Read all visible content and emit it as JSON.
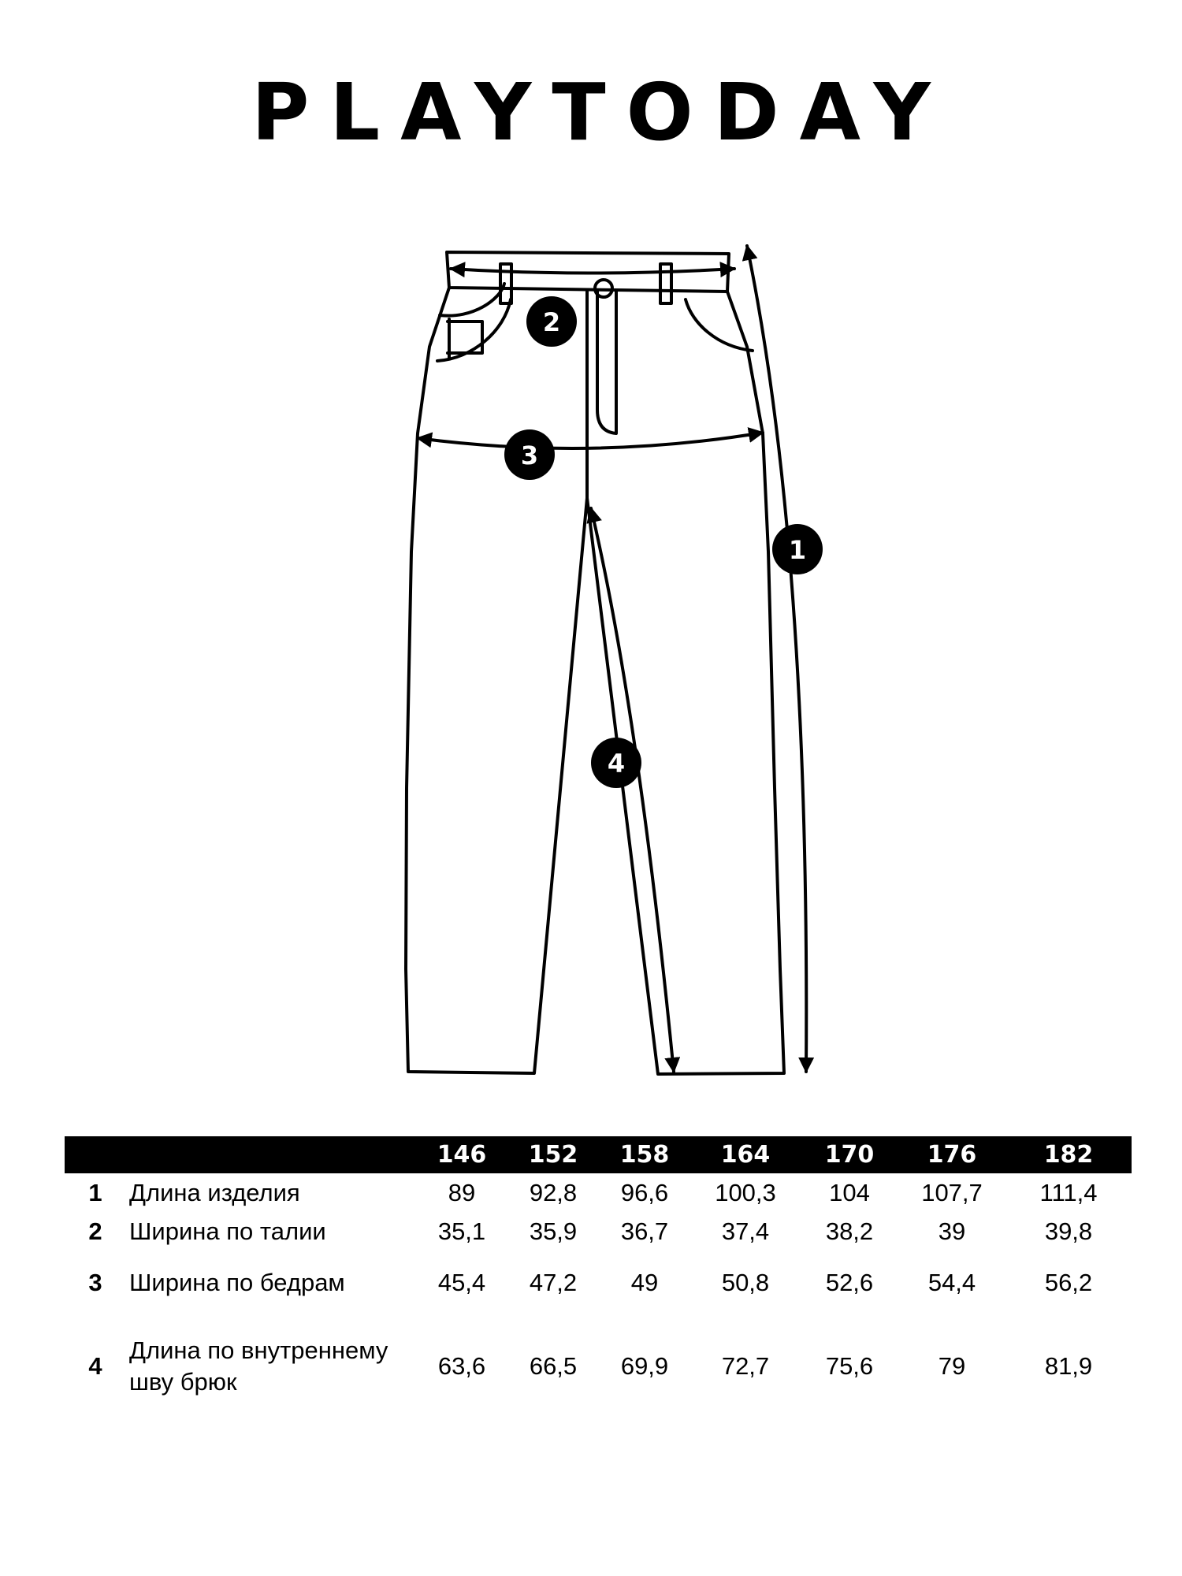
{
  "brand": "PLAYTODAY",
  "markers": [
    "1",
    "2",
    "3",
    "4"
  ],
  "table": {
    "sizes": [
      "146",
      "152",
      "158",
      "164",
      "170",
      "176",
      "182"
    ],
    "rows": [
      {
        "num": "1",
        "label": "Длина изделия",
        "values": [
          "89",
          "92,8",
          "96,6",
          "100,3",
          "104",
          "107,7",
          "111,4"
        ]
      },
      {
        "num": "2",
        "label": "Ширина по талии",
        "values": [
          "35,1",
          "35,9",
          "36,7",
          "37,4",
          "38,2",
          "39",
          "39,8"
        ]
      },
      {
        "num": "3",
        "label": "Ширина по бедрам",
        "values": [
          "45,4",
          "47,2",
          "49",
          "50,8",
          "52,6",
          "54,4",
          "56,2"
        ]
      },
      {
        "num": "4",
        "label": "Длина по внутреннему шву брюк",
        "values": [
          "63,6",
          "66,5",
          "69,9",
          "72,7",
          "75,6",
          "79",
          "81,9"
        ]
      }
    ]
  }
}
